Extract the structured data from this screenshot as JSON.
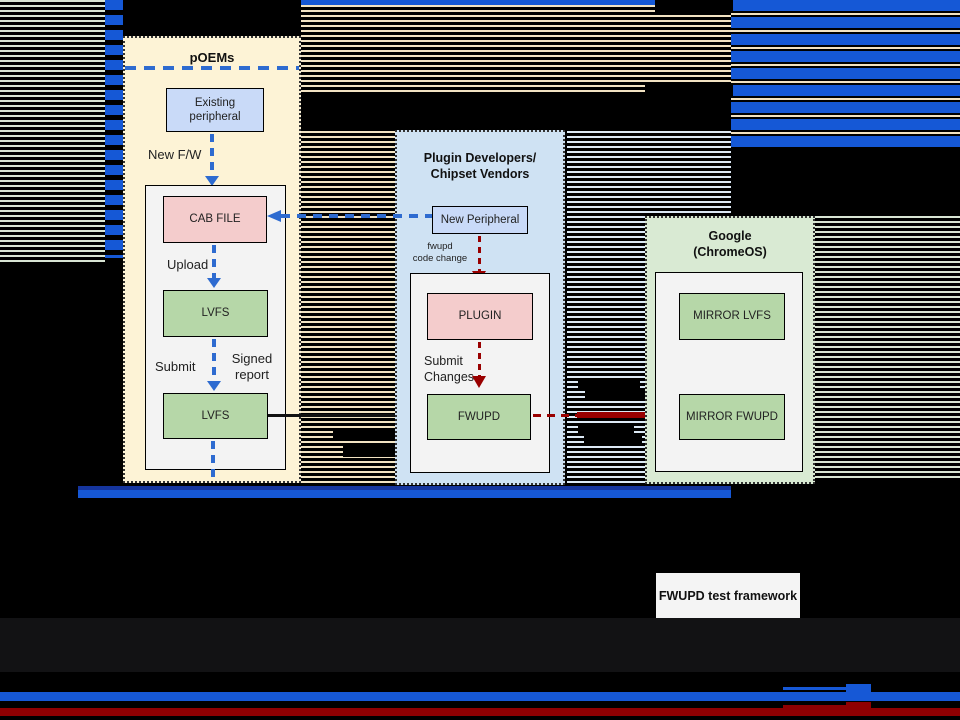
{
  "diagram": {
    "groups": {
      "poems": {
        "title": "pOEMs"
      },
      "plugin_vendors": {
        "title": "Plugin Developers/\nChipset Vendors"
      },
      "google": {
        "title": "Google\n(ChromeOS)"
      }
    },
    "nodes": {
      "existing_peripheral": "Existing\nperipheral",
      "cab_file": "CAB FILE",
      "lvfs_upper": "LVFS",
      "lvfs_lower": "LVFS",
      "new_peripheral": "New Peripheral",
      "plugin": "PLUGIN",
      "fwupd": "FWUPD",
      "mirror_lvfs": "MIRROR LVFS",
      "mirror_fwupd": "MIRROR FWUPD"
    },
    "edge_labels": {
      "new_fw": "New F/W",
      "upload": "Upload",
      "submit": "Submit",
      "signed_report": "Signed\nreport",
      "fwupd_code_change": "fwupd\ncode change",
      "submit_changes": "Submit\nChanges"
    },
    "standalone": {
      "test_framework": "FWUPD test framework"
    },
    "colors": {
      "scanline_blue": "#1558D6",
      "arrow_blue": "#2E6BD0",
      "arrow_red": "#990000",
      "bottom_red_bar": "#8E0002",
      "node_blue": "#C9DAF8",
      "node_pink": "#F4CCCC",
      "node_green": "#B6D7A8",
      "group_cream": "#FDF3D6",
      "group_blue": "#CFE2F3",
      "group_green": "#D9EAD3",
      "stripe_tan": "#F2E3C3",
      "stripe_green": "#D9E5D4",
      "stripe_lightblue": "#DCE9F5"
    }
  }
}
